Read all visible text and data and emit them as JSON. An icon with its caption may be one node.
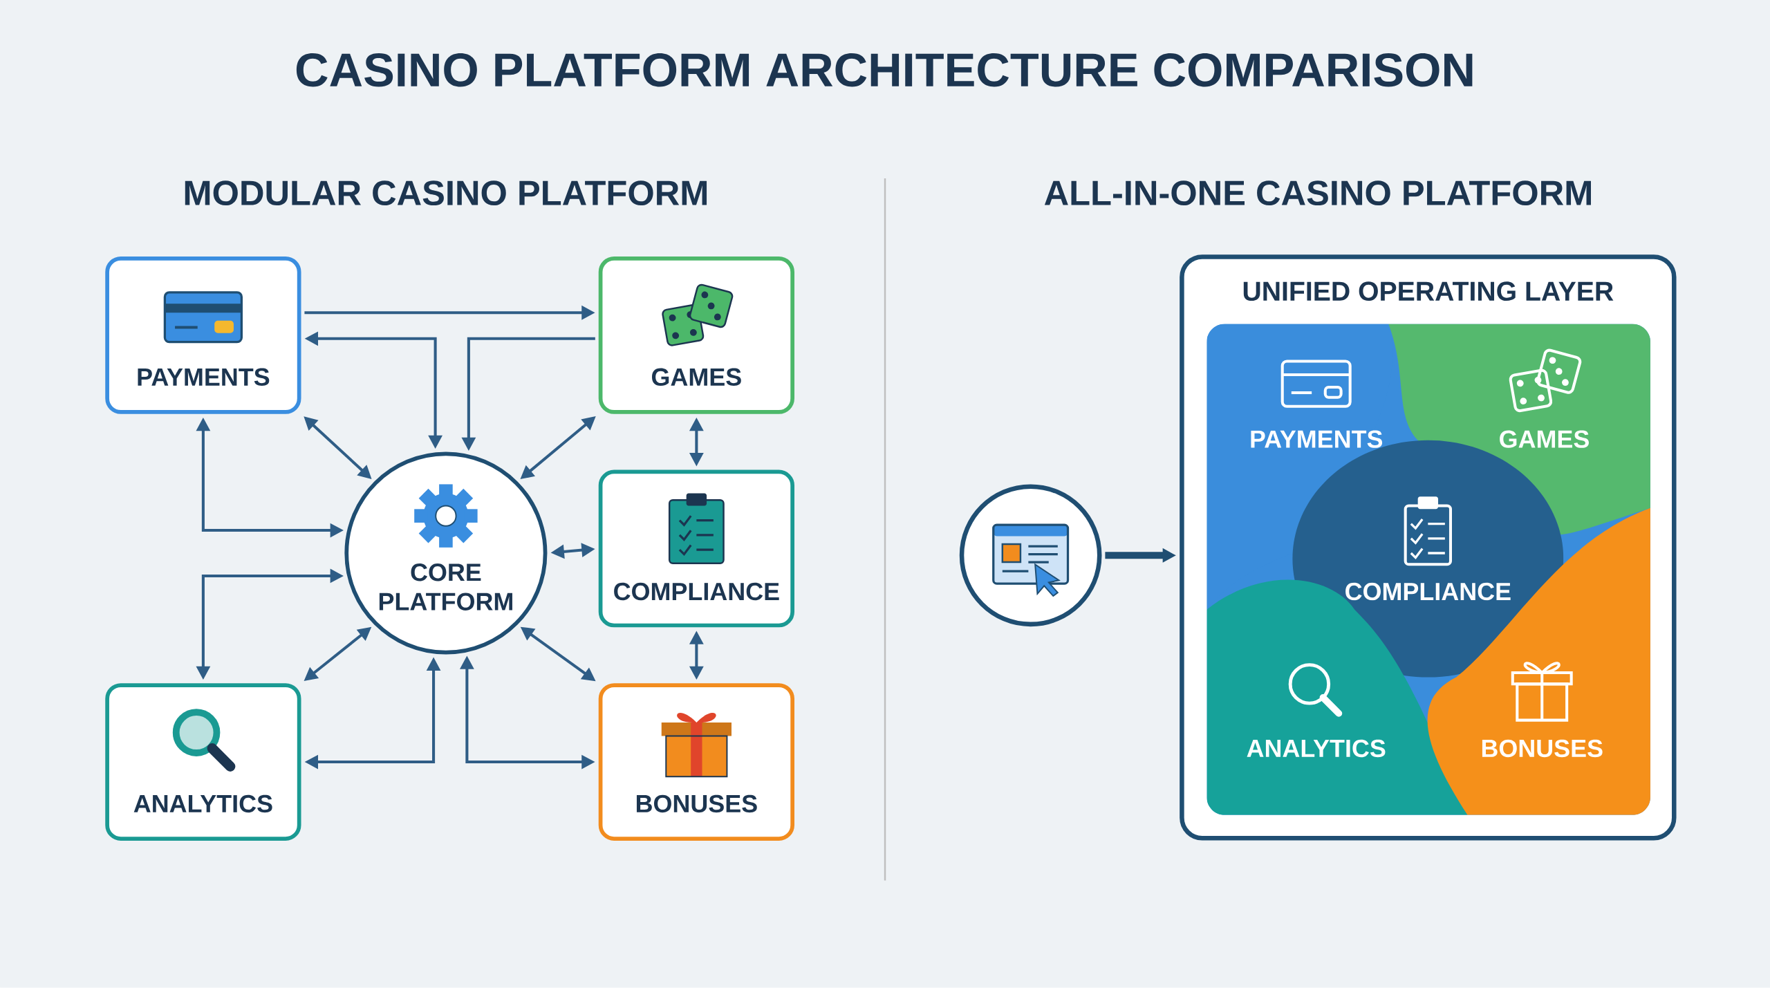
{
  "diagram": {
    "title": "CASINO PLATFORM ARCHITECTURE COMPARISON",
    "nodes": [
      {
        "text": [
          "PAYMENTS"
        ]
      },
      {
        "text": [
          "GAMES"
        ]
      },
      {
        "text": [
          "CORE PLATFORM"
        ]
      },
      {
        "text": [
          "COMPLIANCE"
        ]
      },
      {
        "text": [
          "ANALYTICS"
        ]
      },
      {
        "text": [
          "BONUSES"
        ]
      },
      {
        "text": [
          "UNIFIED OPERATING LAYER"
        ]
      },
      {
        "text": [
          "PAYMENTS"
        ],
        "in": 6
      },
      {
        "text": [
          "GAMES"
        ],
        "in": 6
      },
      {
        "text": [
          "COMPLIANCE"
        ],
        "in": 6
      },
      {
        "text": [
          "ANALYTICS"
        ],
        "in": 6
      },
      {
        "text": [
          "BONUSES"
        ],
        "in": 6
      },
      {
        "text": [],
        "shape": "circle"
      }
    ],
    "edges": [
      {
        "from": 0,
        "to": 1,
        "arrow": "to"
      },
      {
        "from": 0,
        "to": 2,
        "arrow": "both"
      },
      {
        "from": 1,
        "to": 2,
        "arrow": "to"
      },
      {
        "from": 0,
        "to": 2,
        "arrow": "both"
      },
      {
        "from": 1,
        "to": 2,
        "arrow": "both"
      },
      {
        "from": 0,
        "to": 2,
        "arrow": "both"
      },
      {
        "from": 2,
        "to": 4,
        "arrow": "both"
      },
      {
        "from": 2,
        "to": 4,
        "arrow": "both"
      },
      {
        "from": 4,
        "to": 2,
        "arrow": "both"
      },
      {
        "from": 5,
        "to": 2,
        "arrow": "both"
      },
      {
        "from": 2,
        "to": 5,
        "arrow": "both"
      },
      {
        "from": 1,
        "to": 3,
        "arrow": "both"
      },
      {
        "from": 3,
        "to": 5,
        "arrow": "both"
      },
      {
        "from": 2,
        "to": 3,
        "arrow": "both"
      },
      {
        "from": 12,
        "to": 6,
        "arrow": "to",
        "style": "thick"
      }
    ],
    "labels": [
      "MODULAR CASINO PLATFORM",
      "ALL-IN-ONE CASINO PLATFORM"
    ]
  }
}
